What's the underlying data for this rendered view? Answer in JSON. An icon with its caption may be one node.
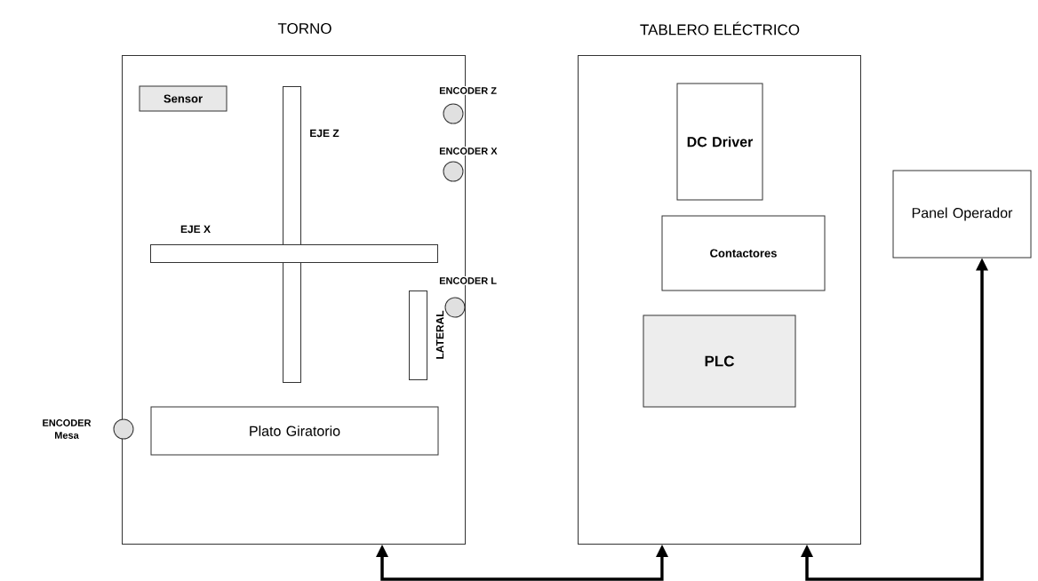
{
  "diagram": {
    "nodes": [
      {
        "text": [
          "TORNO"
        ]
      },
      {
        "text": [
          "Sensor"
        ],
        "in": 0
      },
      {
        "text": [
          "EJE Z"
        ],
        "in": 0
      },
      {
        "text": [
          "EJE X"
        ],
        "in": 0
      },
      {
        "text": [
          "LATERAL"
        ],
        "in": 0
      },
      {
        "text": [
          "Plato Giratorio"
        ],
        "in": 0
      },
      {
        "text": [
          "ENCODER Z"
        ]
      },
      {
        "text": [
          "ENCODER X"
        ]
      },
      {
        "text": [
          "ENCODER L"
        ]
      },
      {
        "text": [
          "ENCODER Mesa"
        ]
      },
      {
        "text": [
          "TABLERO ELÉCTRICO"
        ]
      },
      {
        "text": [
          "DC Driver"
        ],
        "in": 10
      },
      {
        "text": [
          "Contactores"
        ],
        "in": 10
      },
      {
        "text": [
          "PLC"
        ],
        "in": 10
      },
      {
        "text": [
          "Panel Operador"
        ]
      }
    ],
    "edges": [
      {
        "from": 0,
        "to": 10,
        "arrow": "both"
      },
      {
        "from": 10,
        "to": 14,
        "arrow": "both"
      }
    ]
  }
}
